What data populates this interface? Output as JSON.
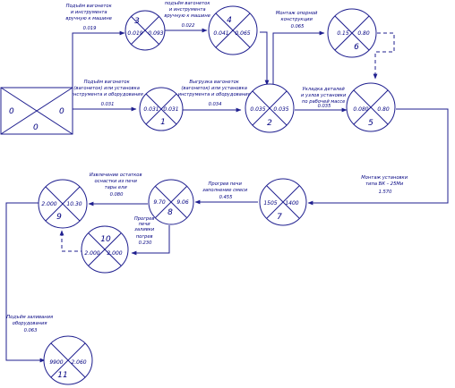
{
  "start": {
    "tl": "0",
    "tr": "0",
    "b": "0"
  },
  "nodes": {
    "n1": {
      "num": "1",
      "l": "0.031",
      "r": "0.031"
    },
    "n2": {
      "num": "2",
      "l": "0.035",
      "r": "0.035"
    },
    "n3": {
      "num": "3",
      "l": "0.019",
      "r": "0.093"
    },
    "n4": {
      "num": "4",
      "l": "0.041",
      "r": "0.065"
    },
    "n5": {
      "num": "5",
      "l": "0.080",
      "r": "0.80"
    },
    "n6": {
      "num": "6",
      "l": "0.15",
      "r": "0.80"
    },
    "n7": {
      "num": "7",
      "l": "1505",
      "r": "1400"
    },
    "n8": {
      "num": "8",
      "l": "9.70",
      "r": "9.06"
    },
    "n9": {
      "num": "9",
      "l": "2.000",
      "r": "10.30"
    },
    "n10": {
      "num": "10",
      "l": "2.000",
      "r": "2.000"
    },
    "n11": {
      "num": "11",
      "l": "9900",
      "r": "2.060"
    }
  },
  "labels": {
    "a03": [
      "Подъём вагонеток",
      "и инструмента",
      "вручную к машине",
      "0.019"
    ],
    "a34": [
      "подъём вагонеток",
      "и инструмента",
      "вручную к машине",
      "0.022"
    ],
    "a01": [
      "Подъём вагонеток",
      "(вагонеток) или установка",
      "инструмента и оборудования",
      "0.031"
    ],
    "a12": [
      "Выгрузка вагонеток",
      "(вагонеток) или установка",
      "инструмента и оборудования",
      "0.034"
    ],
    "a26": [
      "Монтаж опорной",
      "конструкции",
      "0.065"
    ],
    "a25": [
      "Укладка деталей",
      "и узлов установки",
      "по рабочей массе",
      "0.035"
    ],
    "a57": [
      "Монтаж установки",
      "типа ВК – 25Ми",
      "1.570"
    ],
    "a78": [
      "Прогрев печи",
      "заполнение смеси",
      "0.455"
    ],
    "a89": [
      "Извлечение остатков",
      "оснастки из печи",
      "тары ели",
      "0.080"
    ],
    "a810": [
      "Прогрев",
      "печи",
      "заливки",
      "погрев",
      "0.230"
    ],
    "a911": [
      "Подъём заливания",
      "оборудования",
      "0.063"
    ]
  }
}
